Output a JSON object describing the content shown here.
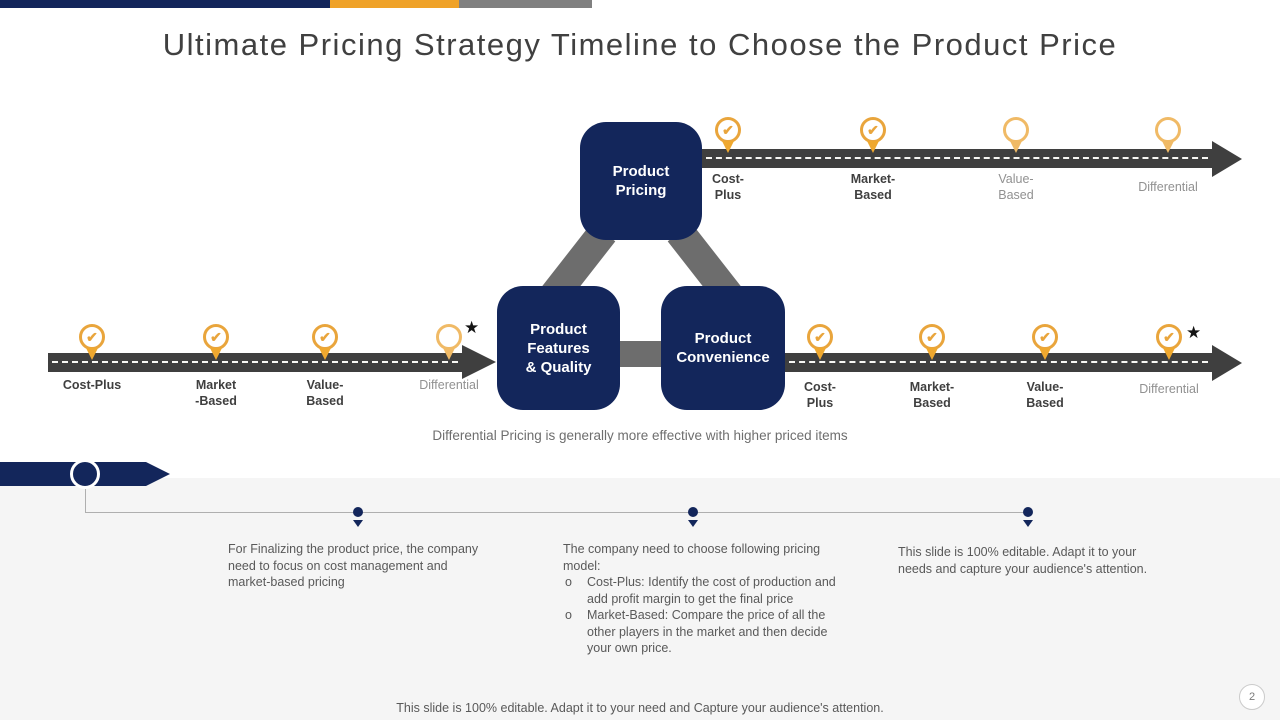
{
  "slide": {
    "title": "Ultimate Pricing Strategy Timeline to Choose the Product Price",
    "caption": "Differential Pricing is generally more effective with higher priced items",
    "footer": "This slide is 100% editable. Adapt it to your need and Capture your audience's attention.",
    "page_number": "2"
  },
  "colors": {
    "navy": "#13265B",
    "orange": "#EFA228",
    "gray_bar": "#808080",
    "road": "#3F3F3F",
    "connector": "#6D6D6D",
    "pin_orange": "#E9A53C"
  },
  "glyphs": {
    "check": "✔",
    "star": "★",
    "bullet": "o"
  },
  "boxes": {
    "pricing": {
      "lines": [
        "Product",
        "Pricing"
      ]
    },
    "features": {
      "lines": [
        "Product",
        "Features",
        "& Quality"
      ]
    },
    "convenience": {
      "lines": [
        "Product",
        "Convenience"
      ]
    }
  },
  "top_timeline": {
    "milestones": [
      {
        "label1": "Cost-",
        "label2": "Plus",
        "checked": true,
        "starred": false
      },
      {
        "label1": "Market-",
        "label2": "Based",
        "checked": true,
        "starred": false
      },
      {
        "label1": "Value-",
        "label2": "Based",
        "checked": false,
        "starred": false
      },
      {
        "label1": "Differential",
        "label2": "",
        "checked": false,
        "starred": false
      }
    ]
  },
  "left_timeline": {
    "milestones": [
      {
        "label1": "Cost-Plus",
        "label2": "",
        "checked": true,
        "starred": false
      },
      {
        "label1": "Market",
        "label2": "-Based",
        "checked": true,
        "starred": false
      },
      {
        "label1": "Value-",
        "label2": "Based",
        "checked": true,
        "starred": false
      },
      {
        "label1": "Differential",
        "label2": "",
        "checked": false,
        "starred": true
      }
    ]
  },
  "right_timeline": {
    "milestones": [
      {
        "label1": "Cost-",
        "label2": "Plus",
        "checked": true,
        "starred": false
      },
      {
        "label1": "Market-",
        "label2": "Based",
        "checked": true,
        "starred": false
      },
      {
        "label1": "Value-",
        "label2": "Based",
        "checked": true,
        "starred": false
      },
      {
        "label1": "Differential",
        "label2": "",
        "checked": true,
        "starred": true
      }
    ]
  },
  "notes": {
    "note1": "For Finalizing the product price, the company need to focus on cost management and market-based pricing",
    "note2_intro": "The company need to choose following pricing model:",
    "note2_bullets": [
      "Cost-Plus: Identify the cost of production and add profit margin to get the final price",
      "Market-Based: Compare the price of all the other players in the market and then decide your own price."
    ],
    "note3": "This slide is 100% editable. Adapt it to your needs and capture your audience's attention."
  }
}
